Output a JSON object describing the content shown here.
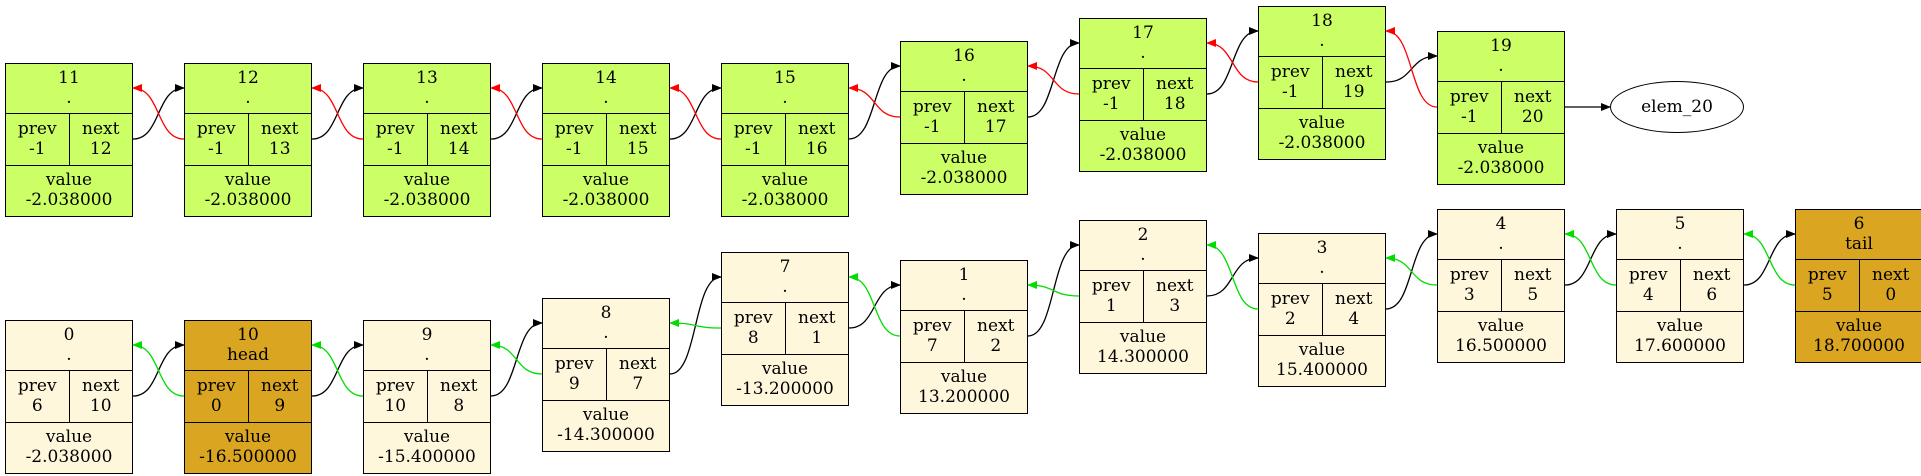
{
  "colors": {
    "active": "#ccff66",
    "free": "#fff7dc",
    "marker": "#daa520",
    "next_edge": "#000000",
    "prev_edge_active": "#ff0000",
    "prev_edge_free": "#00dd00"
  },
  "nodes": [
    {
      "id": "11",
      "label": ".",
      "prev": "-1",
      "next": "12",
      "value": "-2.038000",
      "color": "active"
    },
    {
      "id": "12",
      "label": ".",
      "prev": "-1",
      "next": "13",
      "value": "-2.038000",
      "color": "active"
    },
    {
      "id": "13",
      "label": ".",
      "prev": "-1",
      "next": "14",
      "value": "-2.038000",
      "color": "active"
    },
    {
      "id": "14",
      "label": ".",
      "prev": "-1",
      "next": "15",
      "value": "-2.038000",
      "color": "active"
    },
    {
      "id": "15",
      "label": ".",
      "prev": "-1",
      "next": "16",
      "value": "-2.038000",
      "color": "active"
    },
    {
      "id": "16",
      "label": ".",
      "prev": "-1",
      "next": "17",
      "value": "-2.038000",
      "color": "active"
    },
    {
      "id": "17",
      "label": ".",
      "prev": "-1",
      "next": "18",
      "value": "-2.038000",
      "color": "active"
    },
    {
      "id": "18",
      "label": ".",
      "prev": "-1",
      "next": "19",
      "value": "-2.038000",
      "color": "active"
    },
    {
      "id": "19",
      "label": ".",
      "prev": "-1",
      "next": "20",
      "value": "-2.038000",
      "color": "active"
    },
    {
      "id": "0",
      "label": ".",
      "prev": "6",
      "next": "10",
      "value": "-2.038000",
      "color": "free"
    },
    {
      "id": "10",
      "label": "head",
      "prev": "0",
      "next": "9",
      "value": "-16.500000",
      "color": "marker"
    },
    {
      "id": "9",
      "label": ".",
      "prev": "10",
      "next": "8",
      "value": "-15.400000",
      "color": "free"
    },
    {
      "id": "8",
      "label": ".",
      "prev": "9",
      "next": "7",
      "value": "-14.300000",
      "color": "free"
    },
    {
      "id": "7",
      "label": ".",
      "prev": "8",
      "next": "1",
      "value": "-13.200000",
      "color": "free"
    },
    {
      "id": "1",
      "label": ".",
      "prev": "7",
      "next": "2",
      "value": "13.200000",
      "color": "free"
    },
    {
      "id": "2",
      "label": ".",
      "prev": "1",
      "next": "3",
      "value": "14.300000",
      "color": "free"
    },
    {
      "id": "3",
      "label": ".",
      "prev": "2",
      "next": "4",
      "value": "15.400000",
      "color": "free"
    },
    {
      "id": "4",
      "label": ".",
      "prev": "3",
      "next": "5",
      "value": "16.500000",
      "color": "free"
    },
    {
      "id": "5",
      "label": ".",
      "prev": "4",
      "next": "6",
      "value": "17.600000",
      "color": "free"
    },
    {
      "id": "6",
      "label": "tail",
      "prev": "5",
      "next": "0",
      "value": "18.700000",
      "color": "marker"
    }
  ],
  "field_labels": {
    "prev": "prev",
    "next": "next",
    "value": "value"
  },
  "terminal": {
    "label": "elem_20"
  }
}
